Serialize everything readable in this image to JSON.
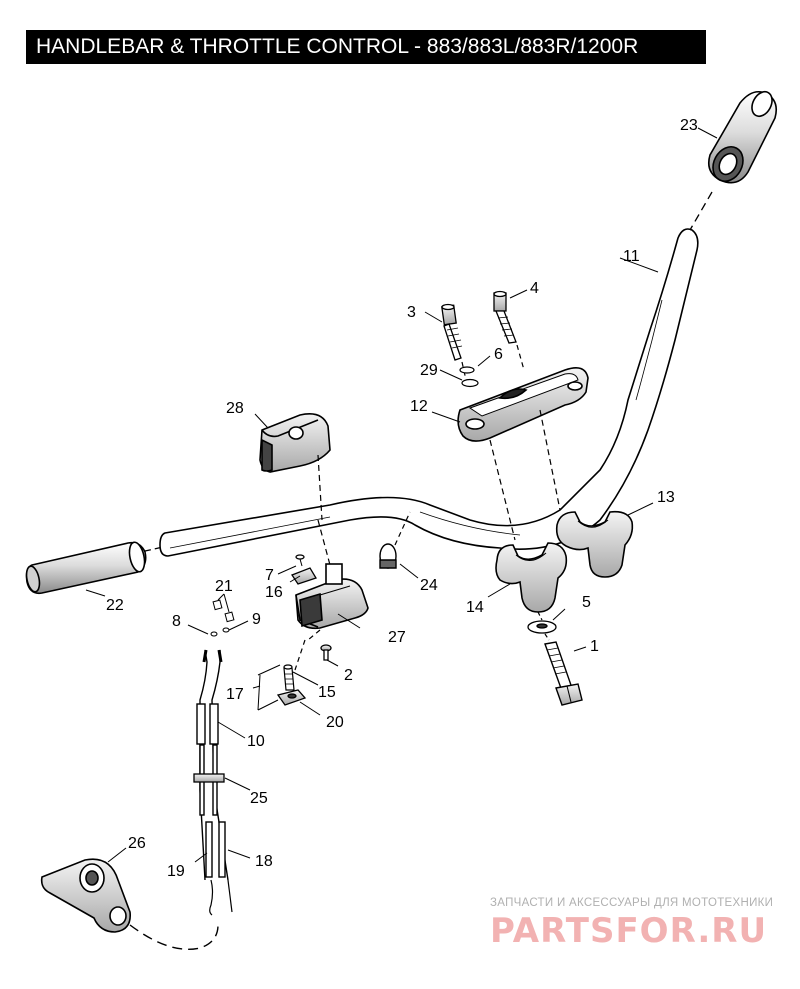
{
  "title": "HANDLEBAR & THROTTLE CONTROL - 883/883L/883R/1200R",
  "callouts": {
    "c1": "1",
    "c2": "2",
    "c3": "3",
    "c4": "4",
    "c5": "5",
    "c6": "6",
    "c7": "7",
    "c8": "8",
    "c9": "9",
    "c10": "10",
    "c11": "11",
    "c12": "12",
    "c13": "13",
    "c14": "14",
    "c15": "15",
    "c16": "16",
    "c17": "17",
    "c18": "18",
    "c19": "19",
    "c20": "20",
    "c21": "21",
    "c22": "22",
    "c23": "23",
    "c24": "24",
    "c25": "25",
    "c26": "26",
    "c27": "27",
    "c28": "28",
    "c29": "29"
  },
  "watermark": {
    "tagline": "ЗАПЧАСТИ И АКСЕССУАРЫ ДЛЯ МОТОТЕХНИКИ",
    "brand": "PARTSFOR.RU"
  },
  "colors": {
    "ink": "#000000",
    "paper": "#ffffff",
    "watermark_brand": "#f2b2b2",
    "watermark_text": "#b0b0b0"
  }
}
